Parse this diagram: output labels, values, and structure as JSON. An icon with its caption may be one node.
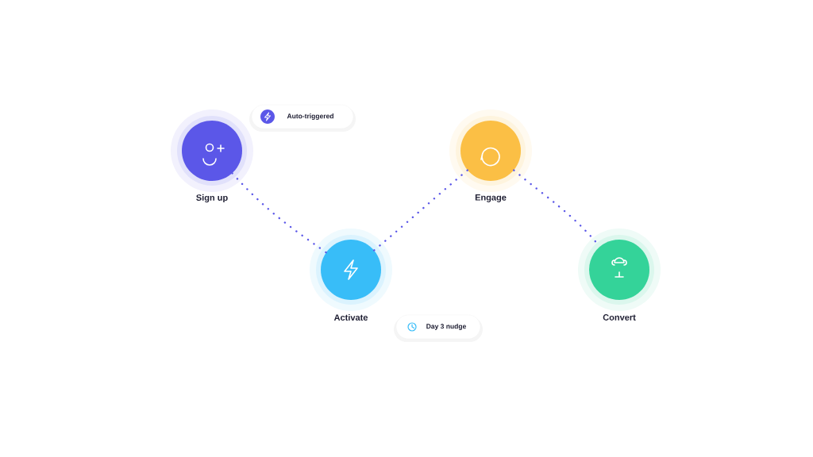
{
  "diagram": {
    "nodes": [
      {
        "text": [
          "Sign up"
        ]
      },
      {
        "text": [
          "Auto-triggered"
        ]
      },
      {
        "text": [
          "Activate"
        ]
      },
      {
        "text": [
          "Day 3 nudge"
        ]
      },
      {
        "text": [
          "Engage"
        ]
      },
      {
        "text": [
          "Convert"
        ]
      }
    ],
    "edges": [
      {
        "from": 0,
        "to": 2,
        "arrow": "none"
      },
      {
        "from": 2,
        "to": 4,
        "arrow": "none"
      },
      {
        "from": 4,
        "to": 5,
        "arrow": "none"
      }
    ]
  }
}
